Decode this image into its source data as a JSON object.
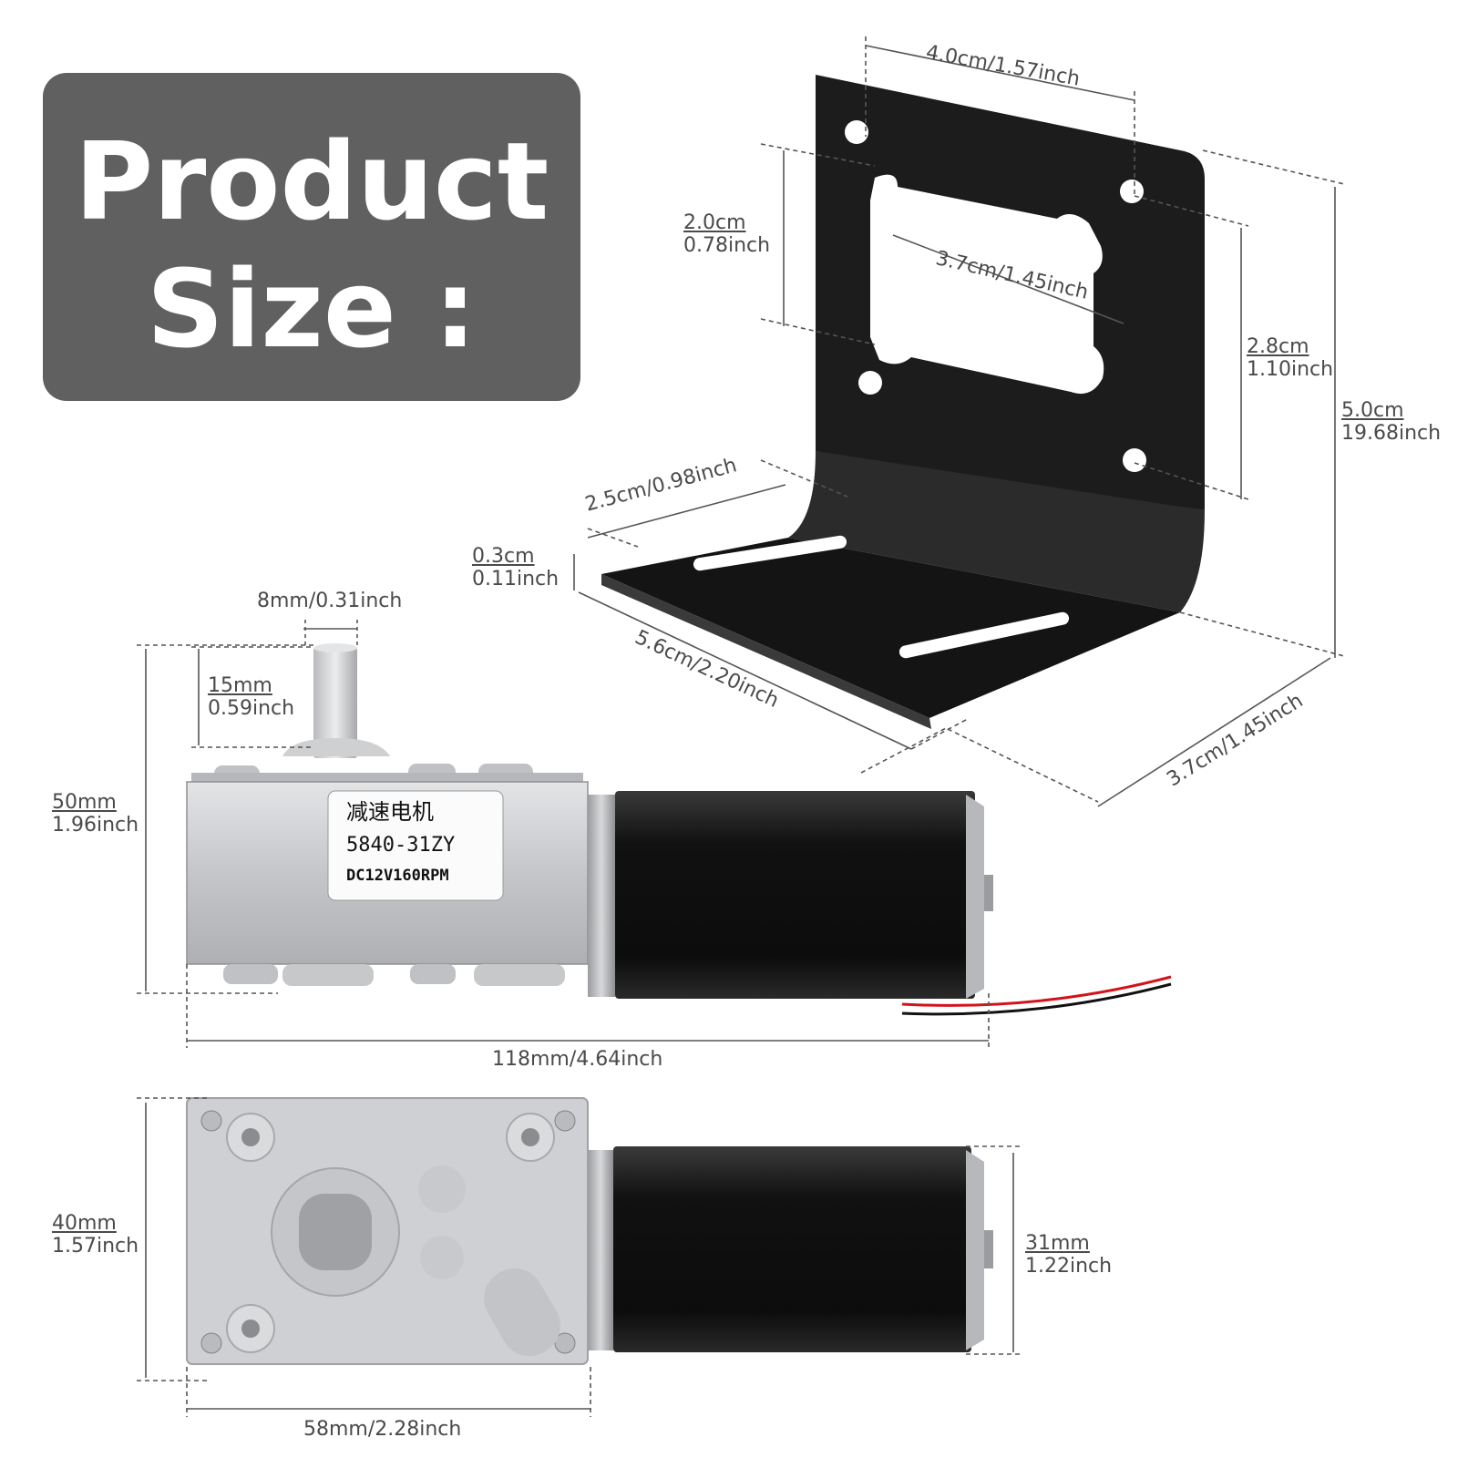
{
  "title": {
    "line1": "Product",
    "line2": "Size :"
  },
  "motor_label": {
    "line1": "减速电机",
    "line2": "5840-31ZY",
    "line3": "DC12V160RPM"
  },
  "bracket_dims": {
    "top_width": "4.0cm/1.57inch",
    "hole_spacing_top": "2.0cm",
    "hole_spacing_bottom": "0.78inch",
    "cutout_width": "3.7cm/1.45inch",
    "side_spacing_top": "2.8cm",
    "side_spacing_bottom": "1.10inch",
    "height_top": "5.0cm",
    "height_bottom": "19.68inch",
    "base_depth": "2.5cm/0.98inch",
    "thickness_top": "0.3cm",
    "thickness_bottom": "0.11inch",
    "base_length": "5.6cm/2.20inch",
    "base_width": "3.7cm/1.45inch"
  },
  "motor_side_dims": {
    "shaft_diameter": "8mm/0.31inch",
    "shaft_length_top": "15mm",
    "shaft_length_bottom": "0.59inch",
    "height_top": "50mm",
    "height_bottom": "1.96inch",
    "total_length": "118mm/4.64inch"
  },
  "motor_front_dims": {
    "height_top": "40mm",
    "height_bottom": "1.57inch",
    "motor_diameter_top": "31mm",
    "motor_diameter_bottom": "1.22inch",
    "gearbox_width": "58mm/2.28inch"
  },
  "colors": {
    "title_bg": "#606060",
    "bracket": "#1a1a1a",
    "gearbox": "#c9cacc",
    "motor_body": "#151515",
    "dim_line": "#555555"
  }
}
